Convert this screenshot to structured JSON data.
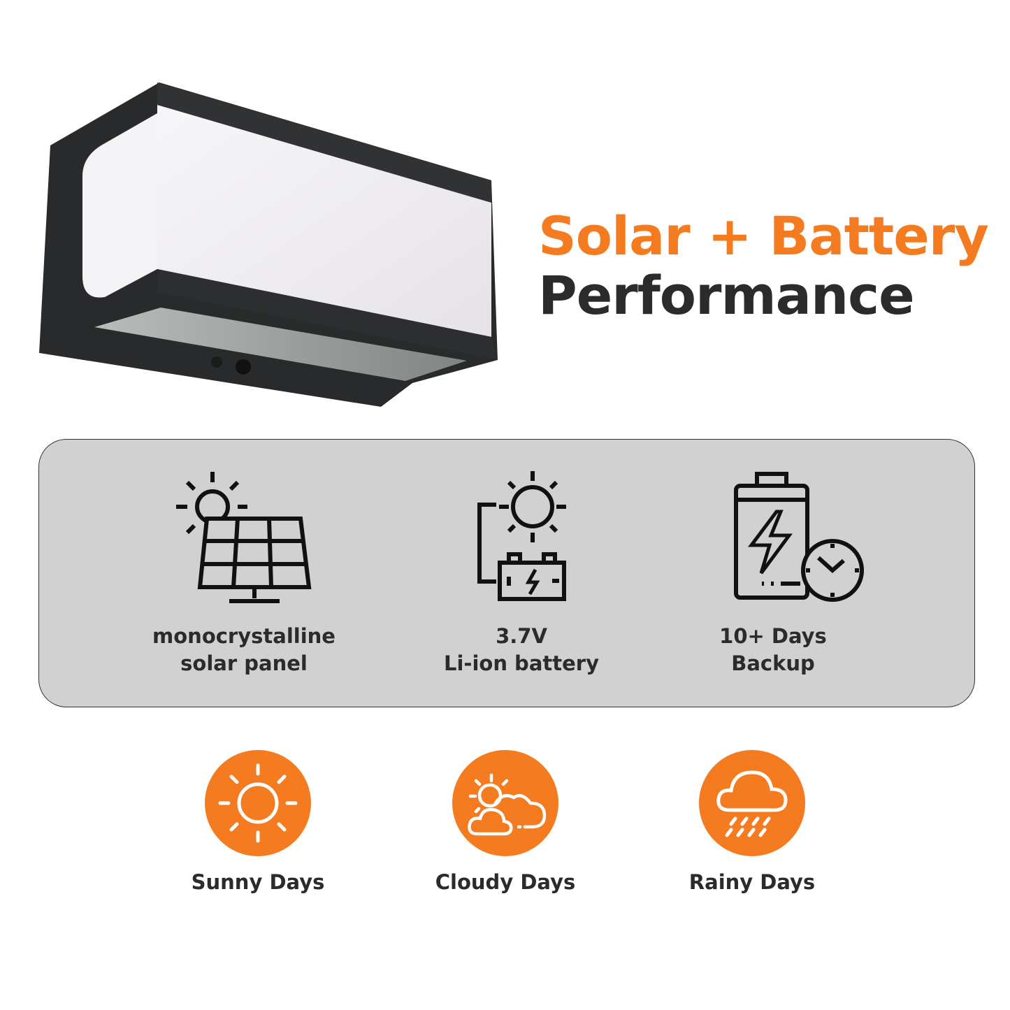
{
  "heading": {
    "line1": "Solar + Battery",
    "line2": "Performance"
  },
  "colors": {
    "accent": "#f47b20",
    "text": "#2b2b2b",
    "panel": "#d1d1d1"
  },
  "features": [
    {
      "icon": "solar-panel-icon",
      "line1": "monocrystalline",
      "line2": "solar panel"
    },
    {
      "icon": "sun-battery-icon",
      "line1": "3.7V",
      "line2": "Li-ion battery"
    },
    {
      "icon": "battery-clock-icon",
      "line1": "10+ Days",
      "line2": "Backup"
    }
  ],
  "weather": [
    {
      "icon": "sun-icon",
      "label": "Sunny Days"
    },
    {
      "icon": "partly-cloudy-icon",
      "label": "Cloudy Days"
    },
    {
      "icon": "rain-cloud-icon",
      "label": "Rainy Days"
    }
  ]
}
